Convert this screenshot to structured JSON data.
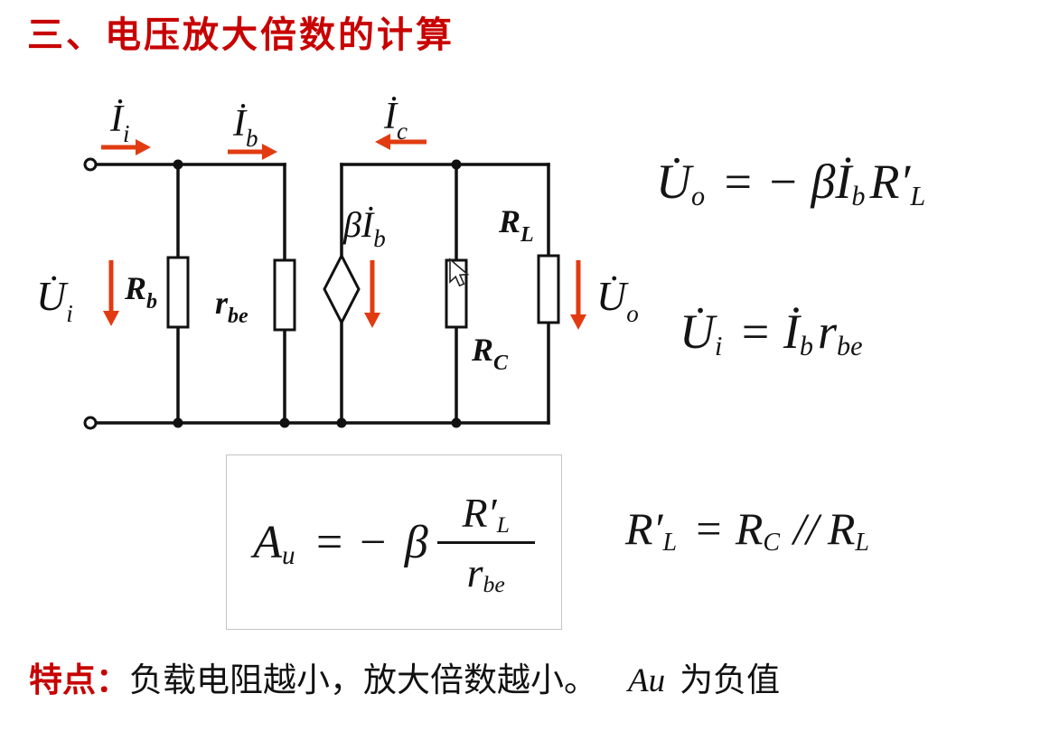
{
  "title": "三、电压放大倍数的计算",
  "colors": {
    "title_red": "#c80000",
    "arrow_red": "#e23b12"
  },
  "circuit": {
    "Ii": {
      "base": "İ",
      "sub": "i"
    },
    "Ib": {
      "base": "İ",
      "sub": "b"
    },
    "Ic": {
      "base": "İ",
      "sub": "c"
    },
    "Ui": {
      "base": "U̇",
      "sub": "i"
    },
    "Uo": {
      "base": "U̇",
      "sub": "o"
    },
    "Rb": {
      "base": "R",
      "sub": "b"
    },
    "rbe": {
      "base": "r",
      "sub": "be"
    },
    "source": {
      "base": "βİ",
      "sub": "b"
    },
    "RL": {
      "base": "R",
      "sub": "L"
    },
    "RC": {
      "base": "R",
      "sub": "C"
    }
  },
  "equations": {
    "uo": {
      "lhs": "U̇",
      "lhs_sub": "o",
      "rel": "= −",
      "f1": "βİ",
      "f1_sub": "b",
      "f2": "R′",
      "f2_sub": "L"
    },
    "ui": {
      "lhs": "U̇",
      "lhs_sub": "i",
      "rel": "=",
      "f1": "İ",
      "f1_sub": "b",
      "f2": "r",
      "f2_sub": "be"
    },
    "au": {
      "lhs": "A",
      "lhs_sub": "u",
      "rel": "= −",
      "coeff": "β",
      "num": "R′",
      "num_sub": "L",
      "den": "r",
      "den_sub": "be"
    },
    "rl": {
      "lhs": "R′",
      "lhs_sub": "L",
      "rel": "=",
      "f1": "R",
      "f1_sub": "C",
      "op": "//",
      "f2": "R",
      "f2_sub": "L"
    }
  },
  "footer": {
    "lead": "特点：",
    "body": "负载电阻越小，放大倍数越小。",
    "au": "Au",
    "tail": "为负值"
  }
}
